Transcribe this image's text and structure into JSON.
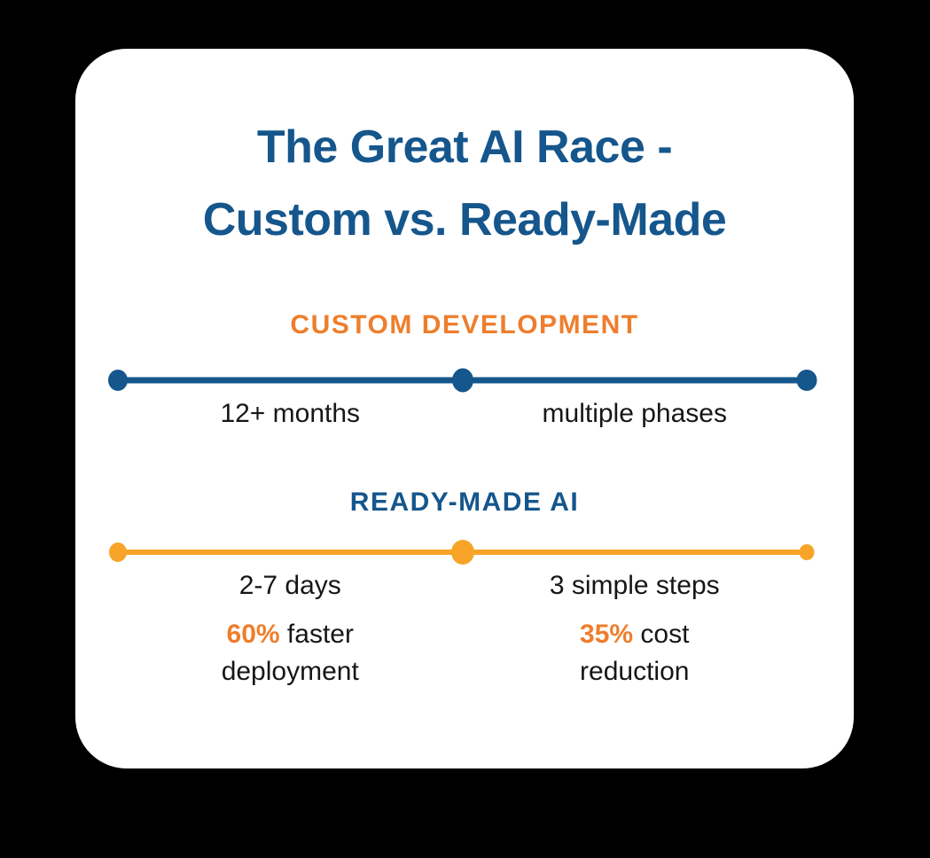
{
  "colors": {
    "background": "#000000",
    "card": "#FFFFFF",
    "blue": "#15568C",
    "orange": "#F7A428",
    "orange_text": "#EE7E2D",
    "text": "#161616"
  },
  "title": {
    "line1": "The Great AI Race -",
    "line2": "Custom vs. Ready-Made"
  },
  "sections": [
    {
      "heading": "CUSTOM DEVELOPMENT",
      "milestones": [
        "12+ months",
        "multiple phases"
      ]
    },
    {
      "heading": "READY-MADE AI",
      "milestones": [
        "2-7 days",
        "3 simple steps"
      ],
      "stats": [
        {
          "value": "60%",
          "label": "faster deployment"
        },
        {
          "value": "35%",
          "label": "cost reduction"
        }
      ]
    }
  ]
}
